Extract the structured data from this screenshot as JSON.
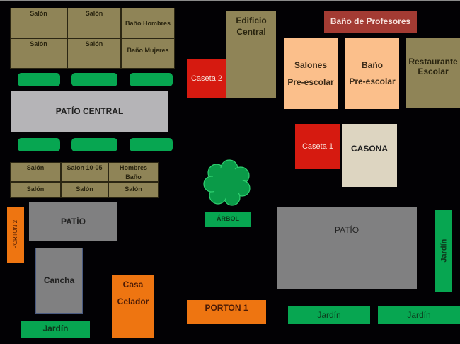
{
  "map": {
    "top_left_block": {
      "row1": [
        "Salón",
        "Salón",
        "Baño Hombres"
      ],
      "row2": [
        "Salón",
        "Salón",
        "Baño Mujeres"
      ]
    },
    "patio_central": "PATÍO CENTRAL",
    "mid_left_block": {
      "row1": [
        "Salón",
        "Salón 10-05",
        "Hombres\nBaño"
      ],
      "row2": [
        "Salón",
        "Salón",
        "Salón"
      ]
    },
    "patio_left": "PATÍO",
    "porton_2": "PORTON 2",
    "cancha": "Cancha",
    "casa_celador": "Casa\nCelador",
    "jardin_bottom_left": "Jardín",
    "caseta_2": "Caseta 2",
    "edificio_central": "Edificio\nCentral",
    "bano_profesores": "Baño de Profesores",
    "salones_preescolar": "Salones\nPre-escolar",
    "bano_preescolar": "Baño\nPre-escolar",
    "restaurante": "Restaurante\nEscolar",
    "caseta_1": "Caseta 1",
    "casona": "CASONA",
    "arbol": "ÁRBOL",
    "patio_right": "PATÍO",
    "jardin_right_vertical": "Jardín",
    "porton_1": "PORTON 1",
    "jardin_bottom_mid": "Jardín",
    "jardin_bottom_right": "Jardín"
  },
  "colors": {
    "background": "#020104",
    "building": "#8f8457",
    "preschool": "#fbbf8b",
    "caseta": "#d61a10",
    "patio": "#808081",
    "gate": "#ee7511",
    "garden": "#07a651",
    "casona": "#ddd5c1"
  }
}
